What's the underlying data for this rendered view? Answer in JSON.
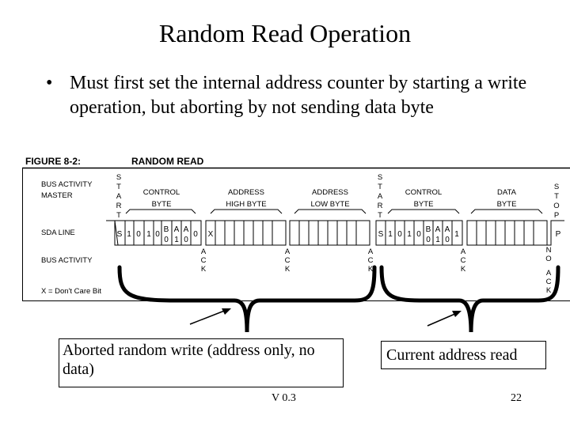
{
  "slide": {
    "title": "Random Read Operation",
    "bullet_symbol": "•",
    "bullet_text": "Must first set the internal address counter by starting a write operation,  but aborting by not sending data byte",
    "annotation_left": "Aborted random write (address only, no data)",
    "annotation_right": "Current address read",
    "version": "V 0.3",
    "page_number": "22"
  },
  "figure": {
    "title": "FIGURE 8-2:",
    "subtitle": "RANDOM READ",
    "row_labels": {
      "bus_master_1": "BUS ACTIVITY",
      "bus_master_2": "MASTER",
      "sda_line": "SDA LINE",
      "bus_activity": "BUS ACTIVITY"
    },
    "legend": "X = Don't Care Bit",
    "start_letters": [
      "S",
      "T",
      "A",
      "R",
      "T"
    ],
    "stop_letters": [
      "S",
      "T",
      "O",
      "P"
    ],
    "fields": {
      "control_1": "CONTROL",
      "byte": "BYTE",
      "address_high_1": "ADDRESS",
      "address_high_2": "HIGH BYTE",
      "address_low_1": "ADDRESS",
      "address_low_2": "LOW BYTE",
      "control_2": "CONTROL",
      "data_1": "DATA",
      "data_2": "BYTE"
    },
    "bits": {
      "s": "S",
      "one": "1",
      "zero": "0",
      "b": "B",
      "a": "A",
      "x": "X",
      "p": "P"
    },
    "ack_letters": [
      "A",
      "C",
      "K"
    ],
    "noack_letters": [
      "N",
      "O",
      "A",
      "C",
      "K"
    ]
  }
}
